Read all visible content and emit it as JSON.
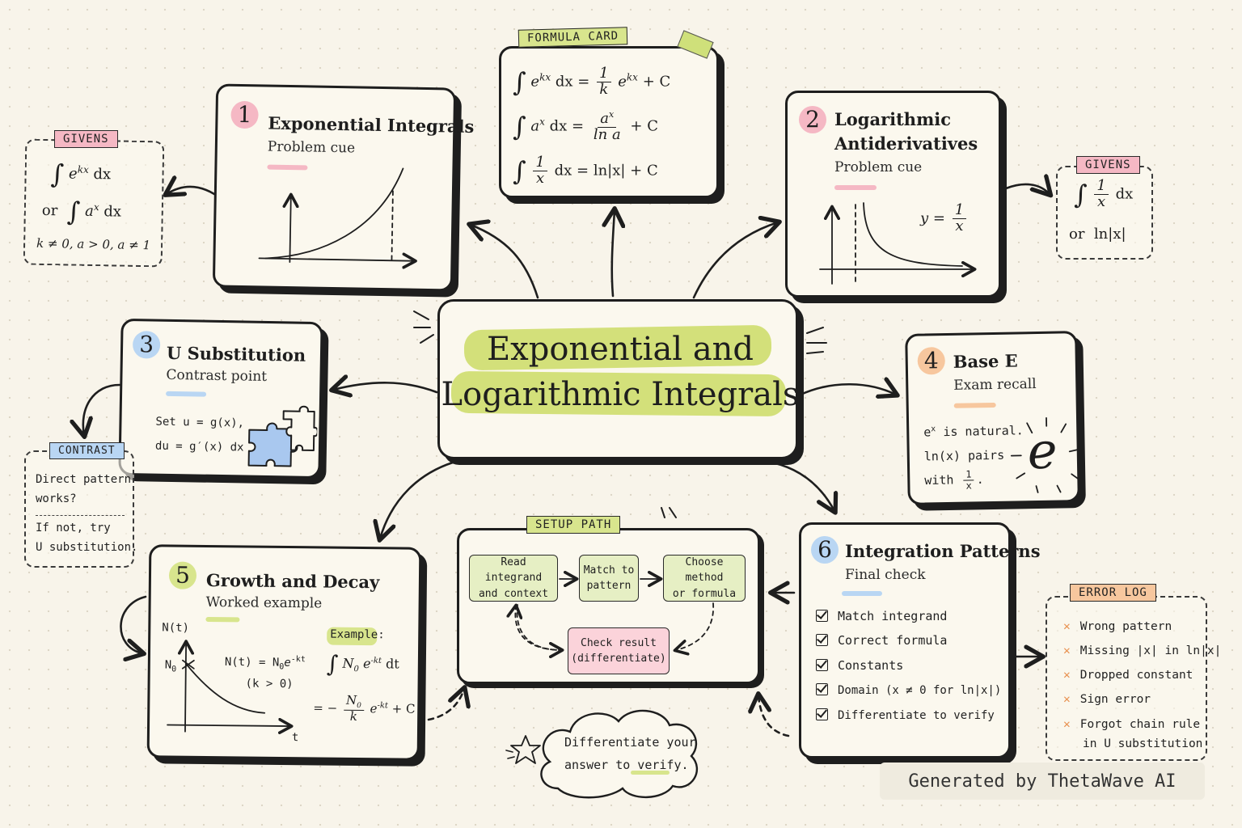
{
  "center": {
    "line1": "Exponential and",
    "line2": "Logarithmic Integrals"
  },
  "formula_card": {
    "tag": "FORMULA CARD",
    "f1": {
      "lhs_base": "e",
      "lhs_exp": "kx",
      "lhs_dx": "dx =",
      "frac_n": "1",
      "frac_d": "k",
      "rhs_base": "e",
      "rhs_exp": "kx",
      "rhs_c": "+ C"
    },
    "f2": {
      "lhs_base": "a",
      "lhs_exp": "x",
      "lhs_dx": "dx =",
      "frac_n_base": "a",
      "frac_n_exp": "x",
      "frac_d": "ln a",
      "rhs_c": "+ C"
    },
    "f3": {
      "frac_n": "1",
      "frac_d": "x",
      "lhs_dx": "dx",
      "rhs": "=  ln|x| + C"
    }
  },
  "card1": {
    "num": "1",
    "title": "Exponential Integrals",
    "subtitle": "Problem cue"
  },
  "givens_left": {
    "tag": "GIVENS",
    "line1_base": "e",
    "line1_exp": "kx",
    "line1_dx": "dx",
    "or": "or",
    "line2_base": "a",
    "line2_exp": "x",
    "line2_dx": "dx",
    "conditions": "k ≠ 0,  a > 0,  a ≠ 1"
  },
  "card2": {
    "num": "2",
    "title_line1": "Logarithmic",
    "title_line2": "Antiderivatives",
    "subtitle": "Problem cue",
    "curve_label": "y =",
    "curve_frac_n": "1",
    "curve_frac_d": "x"
  },
  "givens_right": {
    "tag": "GIVENS",
    "frac_n": "1",
    "frac_d": "x",
    "dx": "dx",
    "or": "or",
    "alt": "ln|x|"
  },
  "card3": {
    "num": "3",
    "title": "U Substitution",
    "subtitle": "Contrast point",
    "line1": "Set u = g(x),",
    "line2": "du = g′(x) dx"
  },
  "contrast": {
    "tag": "CONTRAST",
    "line1": "Direct pattern",
    "line2": "works?",
    "line3": "If not, try",
    "line4": "U substitution."
  },
  "card4": {
    "num": "4",
    "title": "Base E",
    "subtitle": "Exam recall",
    "l1_base": "e",
    "l1_exp": "x",
    "l1_rest": "is natural.",
    "l2": "ln(x) pairs",
    "l3": "with",
    "l3_frac_n": "1",
    "l3_frac_d": "x",
    "l3_end": ".",
    "glyph": "e"
  },
  "card5": {
    "num": "5",
    "title": "Growth and Decay",
    "subtitle": "Worked example",
    "y_axis": "N(t)",
    "x_axis": "t",
    "n0": "N",
    "model": "N(t) = N",
    "model_exp": "-kt",
    "model_cond": "(k > 0)",
    "example_label": "Example:",
    "ex_integrand": "N",
    "ex_exp": "-kt",
    "ex_dt": "dt",
    "ex_result_prefix": "= −",
    "ex_frac_n": "N",
    "ex_frac_d": "k",
    "ex_result_exp": "-kt",
    "ex_result_c": "+ C"
  },
  "setup_path": {
    "tag": "SETUP PATH",
    "steps": [
      "Read integrand\nand context",
      "Match to\npattern",
      "Choose method\nor formula"
    ],
    "check": "Check result\n(differentiate)"
  },
  "card6": {
    "num": "6",
    "title": "Integration Patterns",
    "subtitle": "Final check",
    "checks": [
      "Match integrand",
      "Correct formula",
      "Constants",
      "Domain (x ≠ 0 for ln|x|)",
      "Differentiate to verify"
    ]
  },
  "error_log": {
    "tag": "ERROR LOG",
    "items": [
      "Wrong pattern",
      "Missing |x| in ln|x|",
      "Dropped constant",
      "Sign error",
      "Forgot chain rule",
      "in U substitution"
    ]
  },
  "cloud": {
    "line1": "Differentiate your",
    "line2": "answer to verify."
  },
  "footer": "Generated by ThetaWave AI",
  "colors": {
    "green_highlight": "#d3e07a",
    "pink": "#f5b8c4",
    "blue": "#b9d6f3",
    "orange": "#f7c79e",
    "lime": "#d8e58d",
    "ink": "#1e1e1e"
  }
}
